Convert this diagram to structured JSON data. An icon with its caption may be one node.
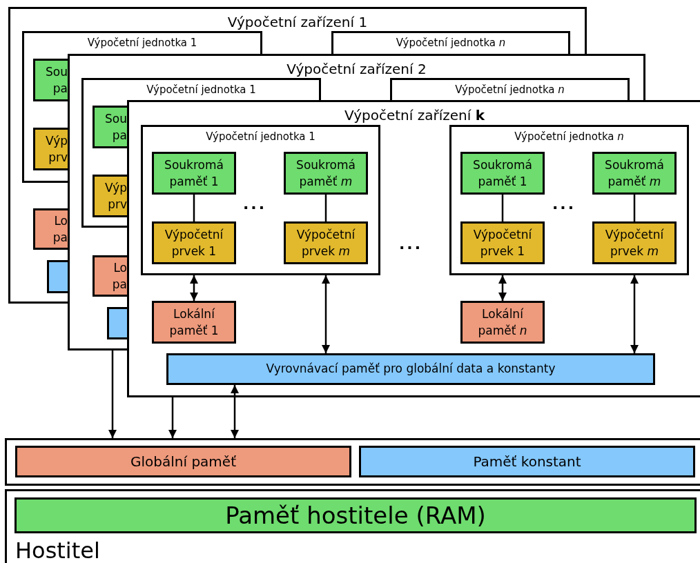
{
  "diagram": {
    "nodes": [
      {
        "text": [
          "Výpočetní zařízení 1"
        ]
      },
      {
        "text": [
          "Výpočetní jednotka 1"
        ],
        "in": 0
      },
      {
        "text": [
          "Sou pa"
        ]
      },
      {
        "text": [
          "Výp prv"
        ]
      },
      {
        "text": [
          "Výpočetní jednotka *n*"
        ],
        "in": 0
      },
      {
        "text": [
          "Lo pa"
        ]
      },
      {
        "text": [],
        "shape": "box"
      },
      {
        "text": [
          "Výpočetní zařízení 2"
        ]
      },
      {
        "text": [
          "Výpočetní jednotka 1"
        ],
        "in": 7
      },
      {
        "text": [
          "Sou pa"
        ]
      },
      {
        "text": [
          "Výp prv"
        ]
      },
      {
        "text": [
          "Výpočetní jednotka *n*"
        ],
        "in": 7
      },
      {
        "text": [
          "Lo pa"
        ]
      },
      {
        "text": [],
        "shape": "box"
      },
      {
        "text": [
          "Výpočetní zařízení **k**"
        ]
      },
      {
        "text": [
          "Výpočetní jednotka 1"
        ],
        "in": 14
      },
      {
        "text": [
          "Soukromá paměť 1"
        ],
        "in": 15
      },
      {
        "text": [
          "Soukromá paměť *m*"
        ],
        "in": 15
      },
      {
        "text": [
          "Výpočetní prvek 1"
        ],
        "in": 15
      },
      {
        "text": [
          "Výpočetní prvek *m*"
        ],
        "in": 15
      },
      {
        "text": [
          "Výpočetní jednotka *n*"
        ],
        "in": 14
      },
      {
        "text": [
          "Soukromá paměť 1"
        ],
        "in": 20
      },
      {
        "text": [
          "Soukromá paměť *m*"
        ],
        "in": 20
      },
      {
        "text": [
          "Výpočetní prvek 1"
        ],
        "in": 20
      },
      {
        "text": [
          "Výpočetní prvek *m*"
        ],
        "in": 20
      },
      {
        "text": [
          "Lokální paměť 1"
        ],
        "in": 14
      },
      {
        "text": [
          "Lokální paměť *n*"
        ],
        "in": 14
      },
      {
        "text": [
          "Vyrovnávací paměť pro globální data a konstanty"
        ],
        "in": 14
      },
      {
        "text": [],
        "shape": "box"
      },
      {
        "text": [
          "Globální paměť"
        ],
        "in": 28
      },
      {
        "text": [
          "Paměť konstant"
        ],
        "in": 28
      },
      {
        "text": [
          "Hostitel"
        ]
      },
      {
        "text": [
          "Paměť hostitele (RAM)"
        ],
        "in": 31
      }
    ],
    "edges": [
      {
        "from": 16,
        "to": 18,
        "arrow": "none"
      },
      {
        "from": 17,
        "to": 19,
        "arrow": "none"
      },
      {
        "from": 21,
        "to": 23,
        "arrow": "none"
      },
      {
        "from": 22,
        "to": 24,
        "arrow": "none"
      },
      {
        "from": 15,
        "to": 25,
        "arrow": "both"
      },
      {
        "from": 15,
        "to": 27,
        "arrow": "both"
      },
      {
        "from": 20,
        "to": 26,
        "arrow": "both"
      },
      {
        "from": 20,
        "to": 27,
        "arrow": "both"
      },
      {
        "from": 27,
        "to": 28,
        "arrow": "both"
      },
      {
        "from": 14,
        "to": 28,
        "arrow": "to"
      },
      {
        "from": null,
        "to": 28,
        "arrow": "to"
      }
    ],
    "labels": [
      "...",
      "...",
      "..."
    ]
  }
}
